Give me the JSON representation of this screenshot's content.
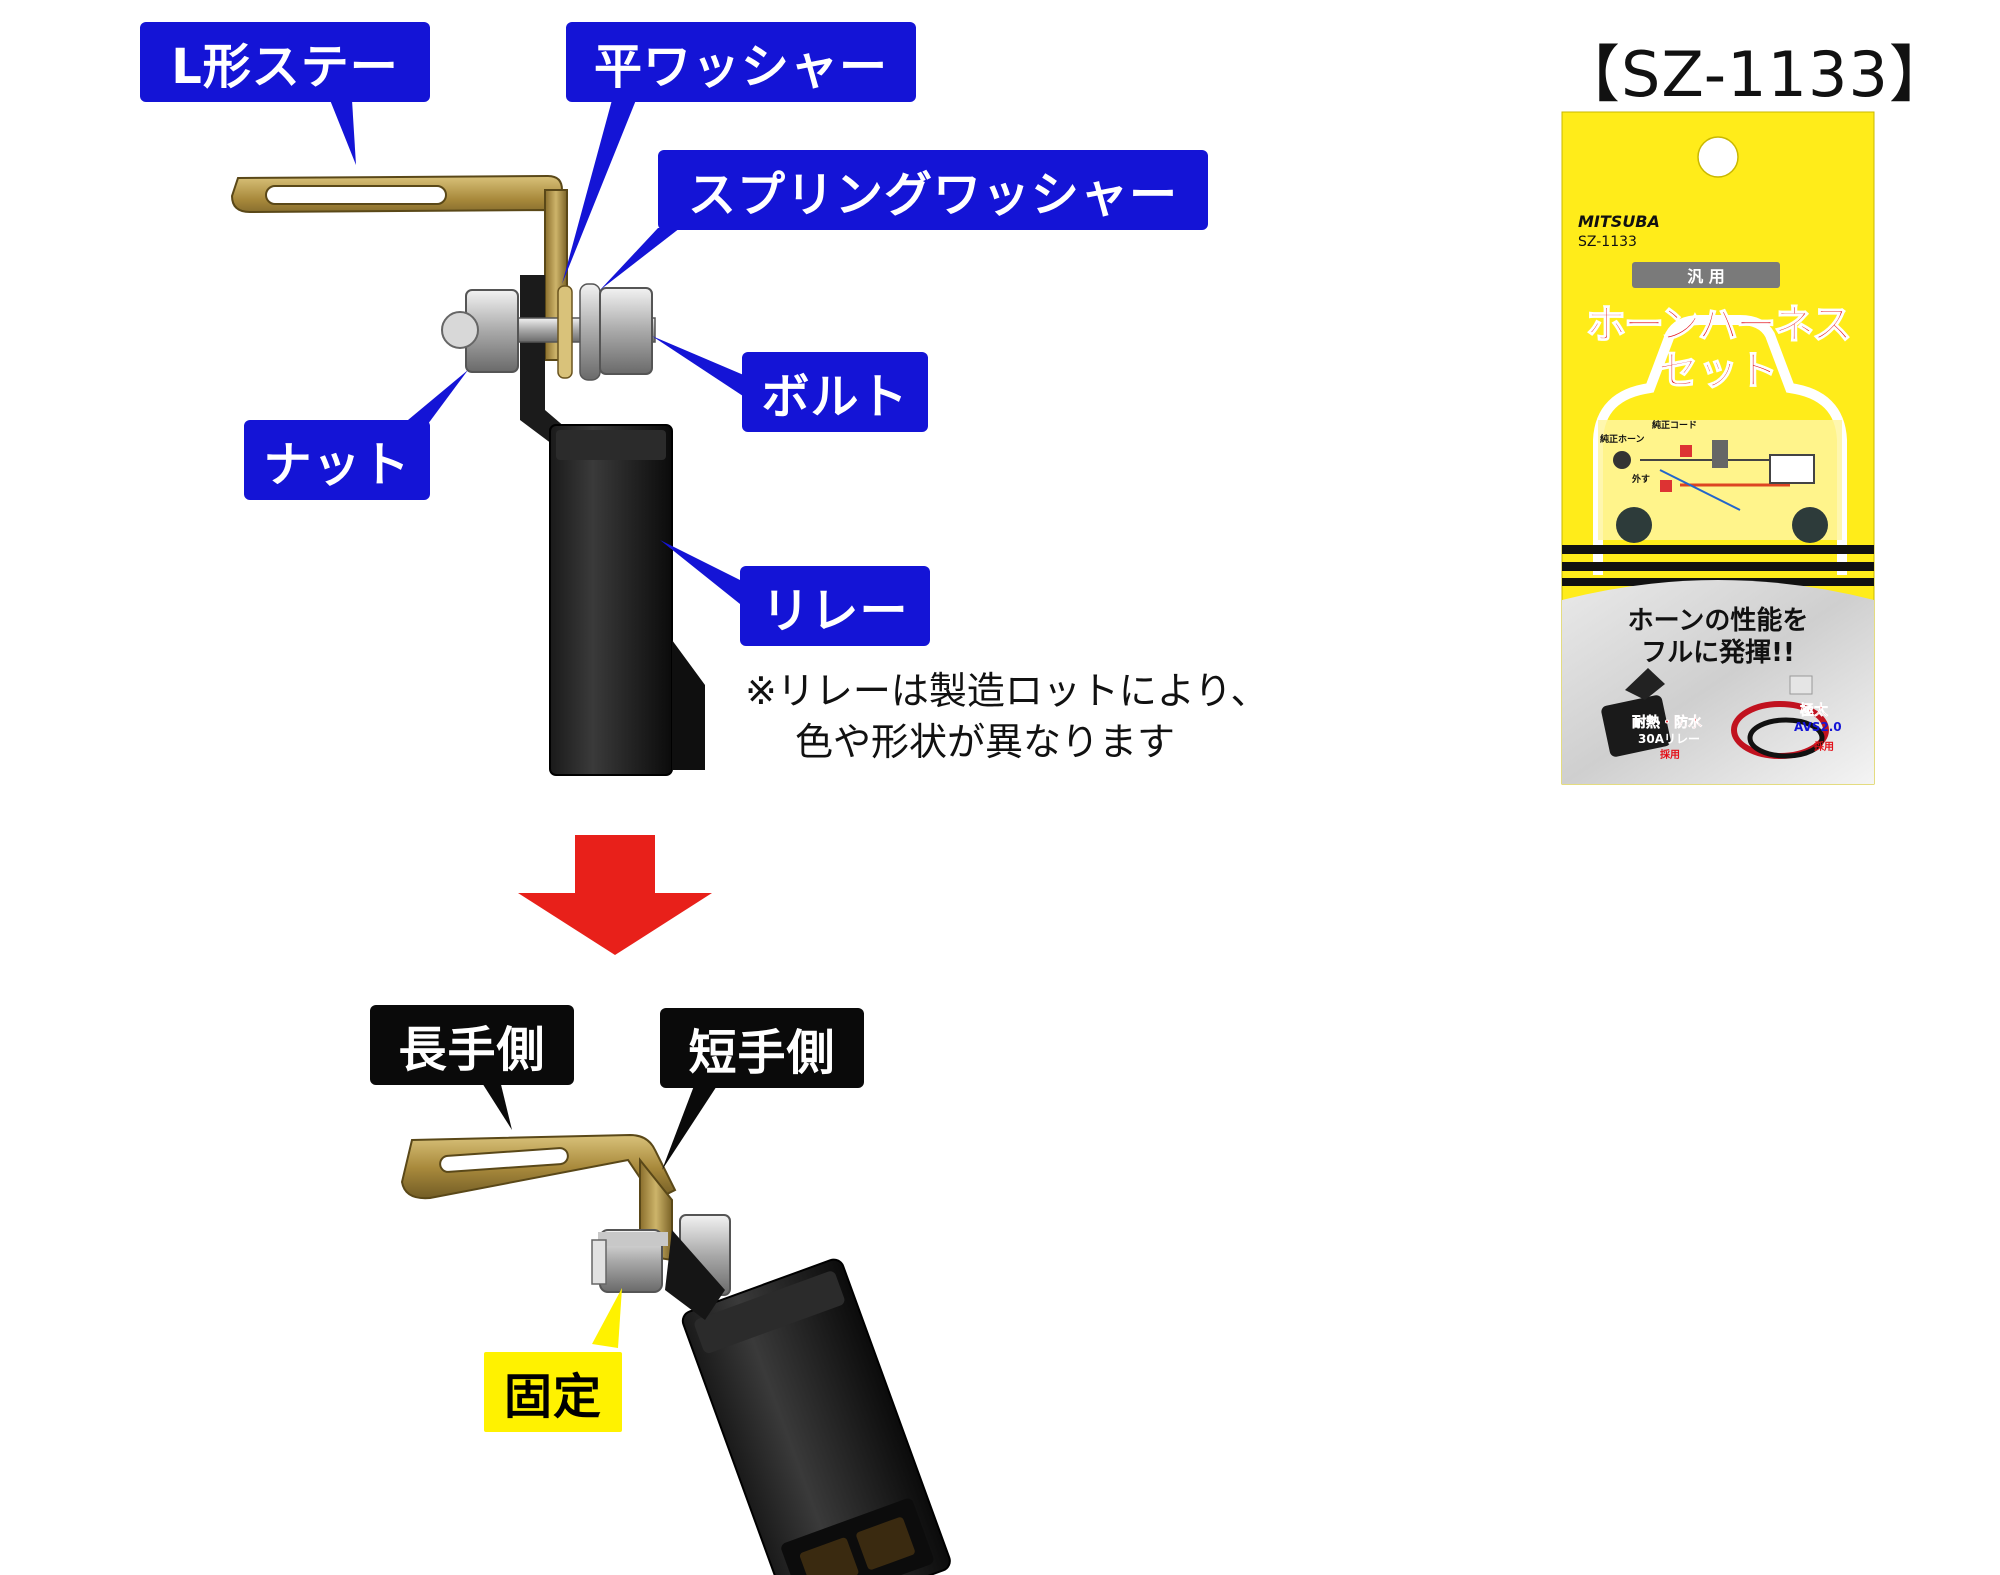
{
  "model_title": "【SZ-1133】",
  "labels": {
    "l_stay": "L形ステー",
    "flat_washer": "平ワッシャー",
    "spring_washer": "スプリングワッシャー",
    "nut": "ナット",
    "bolt": "ボルト",
    "relay": "リレー",
    "long_side": "長手側",
    "short_side": "短手側",
    "fixed": "固定"
  },
  "note": {
    "line1": "※リレーは製造ロットにより、",
    "line2": "色や形状が異なります"
  },
  "package": {
    "brand": "MITSUBA",
    "model": "SZ-1133",
    "tag": "汎 用",
    "product_line1": "ホーンハーネス",
    "product_line2": "セット",
    "diagram_label_horn": "純正ホーン",
    "diagram_label_cord": "純正コード",
    "diagram_label_remove": "外す",
    "slogan_line1": "ホーンの性能を",
    "slogan_line2": "フルに発揮!!",
    "feature1_line1": "耐熱・防水",
    "feature1_line2": "30Aリレー",
    "feature1_line3": "採用",
    "feature2_line1": "極太",
    "feature2_line2": "AVS2.0",
    "feature2_line3": "採用"
  },
  "colors": {
    "blue_label": "#1414d6",
    "black_label": "#0a0a0a",
    "yellow_label": "#fff200",
    "arrow_red": "#e8201a",
    "package_yellow": "#ffec1a"
  }
}
